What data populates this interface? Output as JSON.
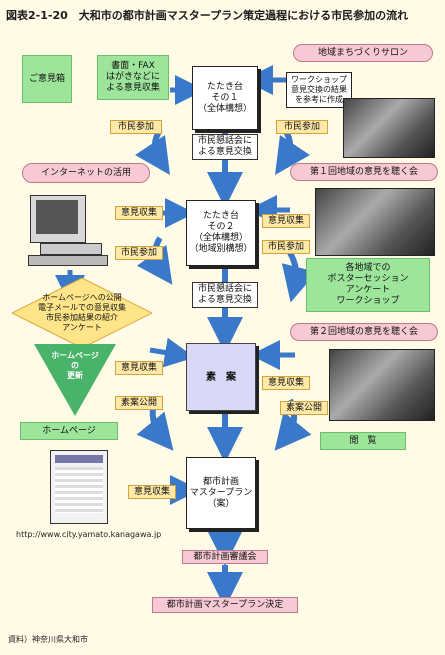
{
  "title": "図表2-1-20　大和市の都市計画マスタープラン策定過程における市民参加の流れ",
  "nodes": {
    "goikenbako": "ご意見箱",
    "fax": "書面・FAX\nはがきなどに\nよる意見収集",
    "tatekidai1": "たたき台\nその１\n（全体構想）",
    "salon": "地域まちづくりサロン",
    "workshop": "ワークショップ\n意見交換の結果\nを参考に作成",
    "internet": "インターネットの活用",
    "meeting1": "第１回地域の意見を聴く会",
    "tatekidai2": "たたき台\nその２\n（全体構想）\n（地域別構想）",
    "chiiki": "各地域での\nポスターセッション\nアンケート\nワークショップ",
    "homepage_detail": "ホームページへの公開\n電子メールでの意見収集\n市民参加結果の紹介\nアンケート",
    "homepage_update": "ホームページ\nの\n更新",
    "meeting2": "第２回地域の意見を聴く会",
    "draft": "素　案",
    "homepage": "ホームページ",
    "etsuran": "閲　覧",
    "master_plan_draft": "都市計画\nマスタープラン\n（案）",
    "council": "都市計画審議会",
    "decision": "都市計画マスタープラン決定",
    "shimin_konwa1": "市民懇話会に\nよる意見交換",
    "shimin_konwa2": "市民懇話会に\nよる意見交換"
  },
  "tags": {
    "shimin_sanka": "市民参加",
    "iken_shushu": "意見収集",
    "soan_kokai": "素案公開"
  },
  "url": "http://www.city.yamato.kanagawa.jp",
  "source": "資料）神奈川県大和市",
  "colors": {
    "green": "#9de59a",
    "pink": "#f7c9d4",
    "tag": "#ffe9a8",
    "purple": "#d9d9f7",
    "arrow": "#3a78c9"
  }
}
